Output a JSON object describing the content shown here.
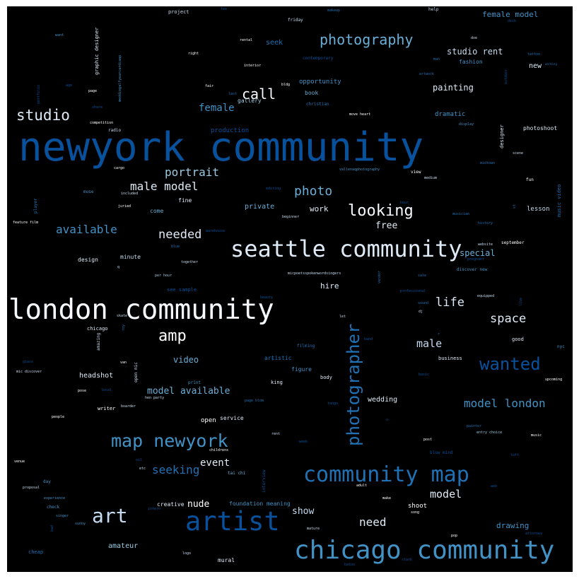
{
  "colors": {
    "background": "#000000",
    "frame": "#ffffff",
    "palette": [
      "#ffffff",
      "#c6dbef",
      "#9ecae1",
      "#6baed6",
      "#4292c6",
      "#2171b5",
      "#08519c",
      "#08306b"
    ]
  },
  "words": [
    {
      "text": "newyork community",
      "color": "#08519c"
    },
    {
      "text": "seattle community",
      "color": "#deebf7"
    },
    {
      "text": "london community",
      "color": "#f7fbff"
    },
    {
      "text": "chicago community",
      "color": "#4292c6"
    },
    {
      "text": "community map",
      "color": "#2171b5"
    },
    {
      "text": "artist",
      "color": "#08519c"
    },
    {
      "text": "map newyork",
      "color": "#4292c6"
    },
    {
      "text": "photographer",
      "color": "#2171b5"
    },
    {
      "text": "photography",
      "color": "#6baed6"
    },
    {
      "text": "studio",
      "color": "#deebf7"
    },
    {
      "text": "art",
      "color": "#c6dbef"
    },
    {
      "text": "wanted",
      "color": "#08519c"
    },
    {
      "text": "looking",
      "color": "#f7fbff"
    },
    {
      "text": "amp",
      "color": "#ffffff"
    },
    {
      "text": "call",
      "color": "#f7fbff"
    },
    {
      "text": "photo",
      "color": "#6baed6"
    },
    {
      "text": "model london",
      "color": "#4292c6"
    },
    {
      "text": "portrait",
      "color": "#9ecae1"
    },
    {
      "text": "male model",
      "color": "#deebf7"
    },
    {
      "text": "needed",
      "color": "#deebf7"
    },
    {
      "text": "available",
      "color": "#4292c6"
    },
    {
      "text": "space",
      "color": "#deebf7"
    },
    {
      "text": "life",
      "color": "#deebf7"
    },
    {
      "text": "need",
      "color": "#deebf7"
    },
    {
      "text": "seeking",
      "color": "#2171b5"
    },
    {
      "text": "model",
      "color": "#deebf7"
    },
    {
      "text": "female",
      "color": "#4292c6"
    },
    {
      "text": "male",
      "color": "#c6dbef"
    },
    {
      "text": "event",
      "color": "#deebf7"
    },
    {
      "text": "model available",
      "color": "#6baed6"
    },
    {
      "text": "studio rent",
      "color": "#c6dbef"
    },
    {
      "text": "female model",
      "color": "#4292c6"
    },
    {
      "text": "free",
      "color": "#deebf7"
    },
    {
      "text": "video",
      "color": "#6baed6"
    },
    {
      "text": "nude",
      "color": "#ffffff"
    },
    {
      "text": "show",
      "color": "#c6dbef"
    },
    {
      "text": "painting",
      "color": "#deebf7"
    },
    {
      "text": "special",
      "color": "#6baed6"
    },
    {
      "text": "drawing",
      "color": "#4292c6"
    },
    {
      "text": "work",
      "color": "#deebf7"
    },
    {
      "text": "hire",
      "color": "#deebf7"
    },
    {
      "text": "private",
      "color": "#6baed6"
    },
    {
      "text": "amateur",
      "color": "#9ecae1"
    },
    {
      "text": "headshot",
      "color": "#deebf7"
    },
    {
      "text": "wedding",
      "color": "#deebf7"
    },
    {
      "text": "shoot",
      "color": "#ffffff"
    },
    {
      "text": "dramatic",
      "color": "#4292c6"
    },
    {
      "text": "opportunity",
      "color": "#4292c6"
    },
    {
      "text": "seek",
      "color": "#2171b5"
    },
    {
      "text": "book",
      "color": "#6baed6"
    },
    {
      "text": "gallery",
      "color": "#9ecae1"
    },
    {
      "text": "fashion",
      "color": "#4292c6"
    },
    {
      "text": "new",
      "color": "#deebf7"
    },
    {
      "text": "photoshoot",
      "color": "#deebf7"
    },
    {
      "text": "production",
      "color": "#08519c"
    },
    {
      "text": "fine",
      "color": "#deebf7"
    },
    {
      "text": "come",
      "color": "#6baed6"
    },
    {
      "text": "design",
      "color": "#deebf7"
    },
    {
      "text": "minute",
      "color": "#c6dbef"
    },
    {
      "text": "lesson",
      "color": "#c6dbef"
    },
    {
      "text": "mural",
      "color": "#deebf7"
    },
    {
      "text": "open",
      "color": "#ffffff"
    },
    {
      "text": "service",
      "color": "#deebf7"
    },
    {
      "text": "creative",
      "color": "#deebf7"
    },
    {
      "text": "foundation meaning",
      "color": "#4292c6"
    },
    {
      "text": "business",
      "color": "#deebf7"
    },
    {
      "text": "good",
      "color": "#deebf7"
    },
    {
      "text": "figure",
      "color": "#4292c6"
    },
    {
      "text": "filming",
      "color": "#2171b5"
    },
    {
      "text": "artistic",
      "color": "#2171b5"
    },
    {
      "text": "writer",
      "color": "#ffffff"
    },
    {
      "text": "chicago",
      "color": "#deebf7"
    },
    {
      "text": "body",
      "color": "#deebf7"
    },
    {
      "text": "king",
      "color": "#deebf7"
    },
    {
      "text": "graphic designer",
      "color": "#deebf7"
    },
    {
      "text": "music video",
      "color": "#2171b5"
    },
    {
      "text": "designer",
      "color": "#deebf7"
    },
    {
      "text": "project",
      "color": "#c6dbef"
    },
    {
      "text": "friday",
      "color": "#c6dbef"
    },
    {
      "text": "makeup",
      "color": "#2171b5"
    },
    {
      "text": "help",
      "color": "#c6dbef"
    },
    {
      "text": "rental",
      "color": "#ffffff"
    },
    {
      "text": "interior",
      "color": "#ffffff"
    },
    {
      "text": "contemporary",
      "color": "#08519c"
    },
    {
      "text": "fair",
      "color": "#ffffff"
    },
    {
      "text": "bldg",
      "color": "#ffffff"
    },
    {
      "text": "christian",
      "color": "#2171b5"
    },
    {
      "text": "artwork",
      "color": "#2171b5"
    },
    {
      "text": "tattoo",
      "color": "#2171b5"
    },
    {
      "text": "working",
      "color": "#2171b5"
    },
    {
      "text": "competition",
      "color": "#ffffff"
    },
    {
      "text": "radio",
      "color": "#c6dbef"
    },
    {
      "text": "cargo",
      "color": "#ffffff"
    },
    {
      "text": "muse",
      "color": "#4292c6"
    },
    {
      "text": "included",
      "color": "#c6dbef"
    },
    {
      "text": "juried",
      "color": "#ffffff"
    },
    {
      "text": "feature film",
      "color": "#ffffff"
    },
    {
      "text": "beginner",
      "color": "#c6dbef"
    },
    {
      "text": "move heart",
      "color": "#ffffff"
    },
    {
      "text": "display",
      "color": "#4292c6"
    },
    {
      "text": "scene",
      "color": "#c6dbef"
    },
    {
      "text": "midtown",
      "color": "#2171b5"
    },
    {
      "text": "vallenaqphotography",
      "color": "#4292c6"
    },
    {
      "text": "view",
      "color": "#ffffff"
    },
    {
      "text": "medium",
      "color": "#c6dbef"
    },
    {
      "text": "fun",
      "color": "#ffffff"
    },
    {
      "text": "musician",
      "color": "#2171b5"
    },
    {
      "text": "history",
      "color": "#2171b5"
    },
    {
      "text": "website",
      "color": "#c6dbef"
    },
    {
      "text": "september",
      "color": "#ffffff"
    },
    {
      "text": "pregnant",
      "color": "#08519c"
    },
    {
      "text": "discover new",
      "color": "#4292c6"
    },
    {
      "text": "per hour",
      "color": "#9ecae1"
    },
    {
      "text": "together",
      "color": "#c6dbef"
    },
    {
      "text": "micpoetsspokenwordsingers",
      "color": "#c6dbef"
    },
    {
      "text": "sale",
      "color": "#2171b5"
    },
    {
      "text": "see sample",
      "color": "#08519c"
    },
    {
      "text": "professional",
      "color": "#08519c"
    },
    {
      "text": "equipped",
      "color": "#c6dbef"
    },
    {
      "text": "sound",
      "color": "#2171b5"
    },
    {
      "text": "dj",
      "color": "#c6dbef"
    },
    {
      "text": "let",
      "color": "#c6dbef"
    },
    {
      "text": "skate",
      "color": "#c6dbef"
    },
    {
      "text": "beauty",
      "color": "#08519c"
    },
    {
      "text": "band",
      "color": "#08519c"
    },
    {
      "text": "nyc",
      "color": "#4292c6"
    },
    {
      "text": "mic discover",
      "color": "#c6dbef"
    },
    {
      "text": "van",
      "color": "#ffffff"
    },
    {
      "text": "glass",
      "color": "#08519c"
    },
    {
      "text": "local",
      "color": "#08519c"
    },
    {
      "text": "hen party",
      "color": "#c6dbef"
    },
    {
      "text": "print",
      "color": "#4292c6"
    },
    {
      "text": "page blom",
      "color": "#2171b5"
    },
    {
      "text": "tango",
      "color": "#08519c"
    },
    {
      "text": "upcoming",
      "color": "#ffffff"
    },
    {
      "text": "basic",
      "color": "#08519c"
    },
    {
      "text": "pose",
      "color": "#ffffff"
    },
    {
      "text": "boarder",
      "color": "#c6dbef"
    },
    {
      "text": "people",
      "color": "#ffffff"
    },
    {
      "text": "rent",
      "color": "#c6dbef"
    },
    {
      "text": "painter",
      "color": "#2171b5"
    },
    {
      "text": "entry choice",
      "color": "#9ecae1"
    },
    {
      "text": "music",
      "color": "#ffffff"
    },
    {
      "text": "post",
      "color": "#ffffff"
    },
    {
      "text": "blow mind",
      "color": "#08519c"
    },
    {
      "text": "loft",
      "color": "#08519c"
    },
    {
      "text": "childrens",
      "color": "#ffffff"
    },
    {
      "text": "week",
      "color": "#08519c"
    },
    {
      "text": "venue",
      "color": "#ffffff"
    },
    {
      "text": "oil",
      "color": "#08519c"
    },
    {
      "text": "etc",
      "color": "#c6dbef"
    },
    {
      "text": "tai chi",
      "color": "#6baed6"
    },
    {
      "text": "adult",
      "color": "#ffffff"
    },
    {
      "text": "web",
      "color": "#08519c"
    },
    {
      "text": "day",
      "color": "#4292c6"
    },
    {
      "text": "proposal",
      "color": "#c6dbef"
    },
    {
      "text": "experience",
      "color": "#4292c6"
    },
    {
      "text": "make",
      "color": "#ffffff"
    },
    {
      "text": "song",
      "color": "#ffffff"
    },
    {
      "text": "check",
      "color": "#4292c6"
    },
    {
      "text": "intern",
      "color": "#08519c"
    },
    {
      "text": "singer",
      "color": "#4292c6"
    },
    {
      "text": "sunny",
      "color": "#4292c6"
    },
    {
      "text": "mature",
      "color": "#c6dbef"
    },
    {
      "text": "attorney",
      "color": "#08519c"
    },
    {
      "text": "pop",
      "color": "#ffffff"
    },
    {
      "text": "cheap",
      "color": "#2171b5"
    },
    {
      "text": "logo",
      "color": "#c6dbef"
    },
    {
      "text": "baton",
      "color": "#08519c"
    },
    {
      "text": "stark",
      "color": "#08519c"
    },
    {
      "text": "want",
      "color": "#4292c6"
    },
    {
      "text": "page",
      "color": "#ffffff"
    },
    {
      "text": "right",
      "color": "#ffffff"
    },
    {
      "text": "age",
      "color": "#08519c"
    },
    {
      "text": "share",
      "color": "#08519c"
    },
    {
      "text": "last",
      "color": "#2171b5"
    },
    {
      "text": "man",
      "color": "#2171b5"
    },
    {
      "text": "fee",
      "color": "#08519c"
    },
    {
      "text": "doe",
      "color": "#c6dbef"
    },
    {
      "text": "dick",
      "color": "#08519c"
    },
    {
      "text": "blue",
      "color": "#2171b5"
    },
    {
      "text": "editing",
      "color": "#08519c"
    },
    {
      "text": "warehouse",
      "color": "#08519c"
    },
    {
      "text": "hour",
      "color": "#08519c"
    },
    {
      "text": "portfolio",
      "color": "#08519c"
    },
    {
      "text": "meddiogalfyearcardcaap",
      "color": "#4292c6"
    },
    {
      "text": "player",
      "color": "#2171b5"
    },
    {
      "text": "amazing",
      "color": "#c6dbef"
    },
    {
      "text": "open mic",
      "color": "#c6dbef"
    },
    {
      "text": "interview",
      "color": "#08519c"
    },
    {
      "text": "outdoor",
      "color": "#08519c"
    },
    {
      "text": "vendor",
      "color": "#2171b5"
    },
    {
      "text": "live",
      "color": "#08519c"
    },
    {
      "text": "roy",
      "color": "#2171b5"
    },
    {
      "text": "bad",
      "color": "#08519c"
    },
    {
      "text": "q",
      "color": "#c6dbef"
    },
    {
      "text": "x",
      "color": "#08519c"
    },
    {
      "text": "r",
      "color": "#2171b5"
    },
    {
      "text": "st",
      "color": "#2171b5"
    },
    {
      "text": "g",
      "color": "#08519c"
    }
  ]
}
